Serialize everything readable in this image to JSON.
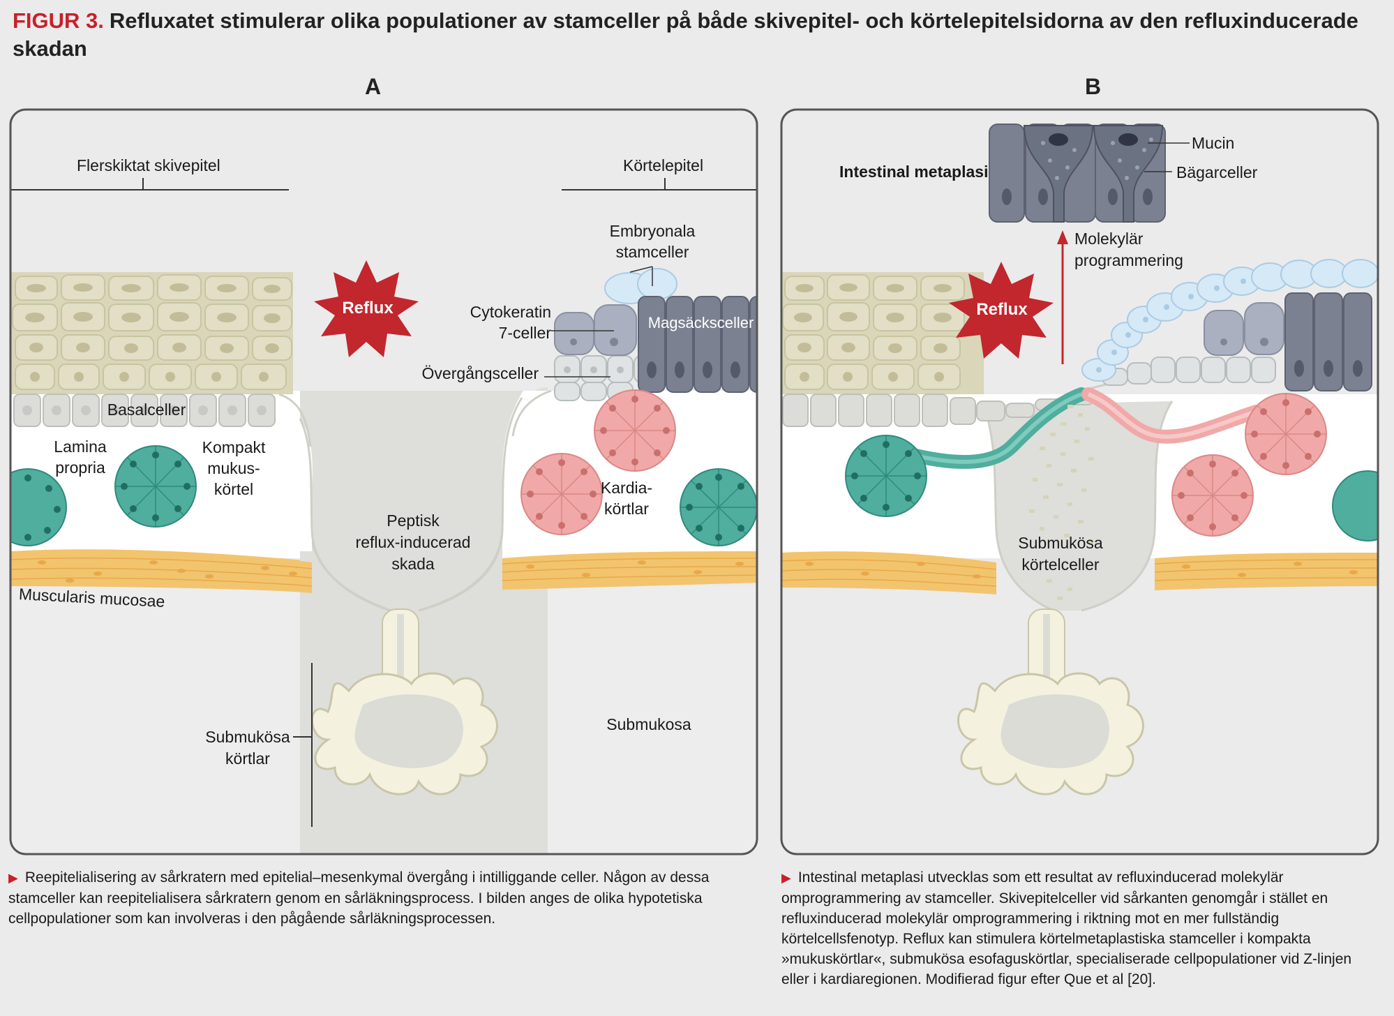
{
  "title": {
    "label": "FIGUR 3.",
    "text": "Refluxatet stimulerar olika populationer av stamceller på både skivepitel- och körtelepitelsidorna av den refluxinducerade skadan"
  },
  "panel_a": {
    "letter": "A",
    "labels": {
      "squamous": "Flerskiktat skivepitel",
      "glandular": "Körtelepitel",
      "reflux": "Reflux",
      "embryonic_1": "Embryonala",
      "embryonic_2": "stamceller",
      "ck7_1": "Cytokeratin",
      "ck7_2": "7-celler",
      "gastric": "Magsäcksceller",
      "transitional": "Övergångsceller",
      "basal": "Basalceller",
      "lamina_1": "Lamina",
      "lamina_2": "propria",
      "compact_1": "Kompakt",
      "compact_2": "mukus-",
      "compact_3": "körtel",
      "cardia_1": "Kardia-",
      "cardia_2": "körtlar",
      "injury_1": "Peptisk",
      "injury_2": "reflux-inducerad",
      "injury_3": "skada",
      "muscularis": "Muscularis mucosae",
      "submucosal_1": "Submukösa",
      "submucosal_2": "körtlar",
      "submucosa": "Submukosa"
    },
    "caption": "Reepitelialisering av sårkratern med epitelial–mesenkymal övergång i intilliggande celler. Någon av dessa stamceller kan reepitelialisera sårkratern genom en sårläkningsprocess. I bilden anges de olika hypotetiska cellpopulationer som kan involveras i den pågående sårläkningsprocessen."
  },
  "panel_b": {
    "letter": "B",
    "labels": {
      "intestinal": "Intestinal metaplasi",
      "mucin": "Mucin",
      "goblet": "Bägarceller",
      "molecular_1": "Molekylär",
      "molecular_2": "programmering",
      "reflux": "Reflux",
      "submucosal_1": "Submukösa",
      "submucosal_2": "körtelceller"
    },
    "caption": "Intestinal metaplasi utvecklas som ett resultat av refluxinducerad molekylär omprogrammering av stamceller. Skivepitelceller vid sårkanten genomgår i stället en refluxinducerad molekylär omprogrammering i riktning mot en mer fullständig körtelcellsfenotyp. Reflux kan stimulera körtelmetaplastiska stamceller i kompakta »mukuskörtlar«, submukösa esofaguskörtlar, specialiserade cellpopulationer vid Z-linjen eller i kardiaregionen. Modifierad figur efter Que et al [20]."
  },
  "colors": {
    "squamous": "#d9d6b9",
    "squamous_nucleus": "#bdb893",
    "basal": "#dcddd9",
    "teal": "#4fae9e",
    "teal_dark": "#2f8a7b",
    "pink": "#f0a9a8",
    "pink_dark": "#d98886",
    "gastric": "#7b8190",
    "ck7": "#aab0bf",
    "embryonic": "#d6e9f7",
    "muscularis": "#f2c46e",
    "reflux": "#c1272d",
    "injury": "#dededb",
    "gland": "#f4f2df"
  }
}
